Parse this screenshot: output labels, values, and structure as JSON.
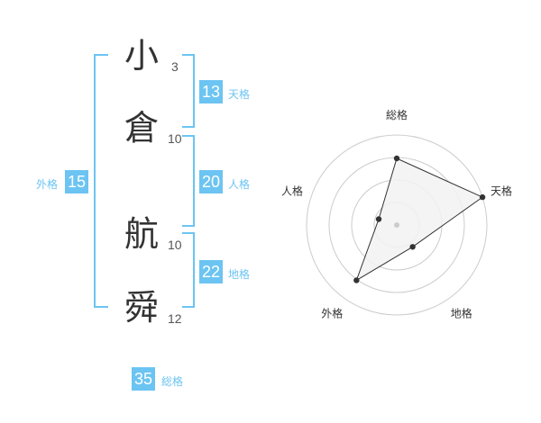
{
  "name": {
    "characters": [
      {
        "char": "小",
        "strokes": "3"
      },
      {
        "char": "倉",
        "strokes": "10"
      },
      {
        "char": "航",
        "strokes": "10"
      },
      {
        "char": "舜",
        "strokes": "12"
      }
    ]
  },
  "kaku": {
    "tenkaku": {
      "label": "天格",
      "value": "13"
    },
    "jinkaku": {
      "label": "人格",
      "value": "20"
    },
    "chikaku": {
      "label": "地格",
      "value": "22"
    },
    "gaikaku": {
      "label": "外格",
      "value": "15"
    },
    "soukaku": {
      "label": "総格",
      "value": "35"
    }
  },
  "colors": {
    "accent": "#6cc4f2",
    "text": "#333333",
    "radar_fill": "#f2f2f2",
    "radar_grid": "#cccccc",
    "radar_point": "#333333"
  },
  "chart_data": {
    "type": "radar",
    "axes": [
      "総格",
      "天格",
      "地格",
      "外格",
      "人格"
    ],
    "values": [
      0.74,
      1.0,
      0.3,
      0.76,
      0.21
    ],
    "max": 1.0,
    "rings": 4
  }
}
